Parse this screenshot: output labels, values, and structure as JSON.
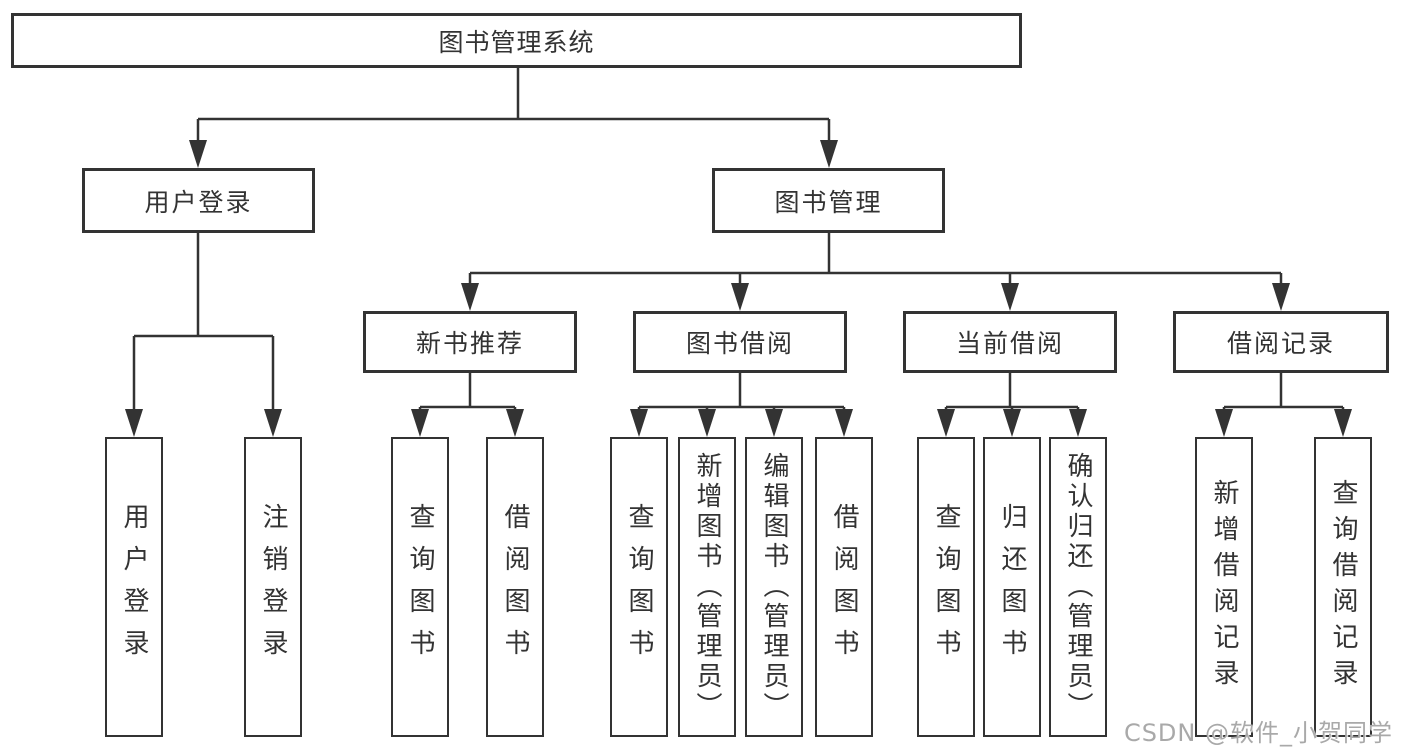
{
  "diagram_type": "hierarchy-tree",
  "colors": {
    "background": "#ffffff",
    "box_border": "#333333",
    "line": "#333333",
    "text": "#333333",
    "watermark": "#a9a9a9"
  },
  "tree": {
    "root": {
      "label": "图书管理系统",
      "children": [
        {
          "label": "用户登录",
          "children": [
            {
              "label": "用户登录"
            },
            {
              "label": "注销登录"
            }
          ]
        },
        {
          "label": "图书管理",
          "children": [
            {
              "label": "新书推荐",
              "children": [
                {
                  "label": "查询图书"
                },
                {
                  "label": "借阅图书"
                }
              ]
            },
            {
              "label": "图书借阅",
              "children": [
                {
                  "label": "查询图书"
                },
                {
                  "label": "新增图书（管理员）"
                },
                {
                  "label": "编辑图书（管理员）"
                },
                {
                  "label": "借阅图书"
                }
              ]
            },
            {
              "label": "当前借阅",
              "children": [
                {
                  "label": "查询图书"
                },
                {
                  "label": "归还图书"
                },
                {
                  "label": "确认归还（管理员）"
                }
              ]
            },
            {
              "label": "借阅记录",
              "children": [
                {
                  "label": "新增借阅记录"
                },
                {
                  "label": "查询借阅记录"
                }
              ]
            }
          ]
        }
      ]
    }
  },
  "watermark": {
    "text": "CSDN @软件_小贺同学"
  }
}
